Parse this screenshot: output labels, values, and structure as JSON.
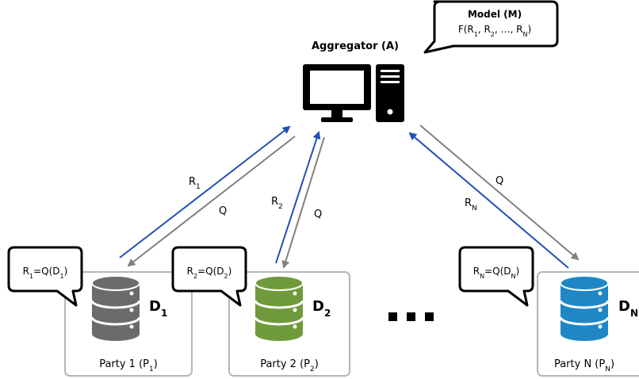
{
  "aggregator": {
    "label": "Aggregator (A)",
    "model_title": "Model (M)",
    "model_func_prefix": "F(R",
    "model_func_s1": "1",
    "model_func_mid1": ", R",
    "model_func_s2": "2",
    "model_func_mid2": ", …, R",
    "model_func_sN": "N",
    "model_func_suffix": ")"
  },
  "arrows": {
    "r_base": "R",
    "r1_sub": "1",
    "r2_sub": "2",
    "rN_sub": "N",
    "q": "Q"
  },
  "parties": [
    {
      "name": "Party 1 (P",
      "sub": "1",
      "close": ")",
      "data_base": "D",
      "data_sub": "1",
      "bubble_r_sub": "1",
      "bubble_d_sub": "1",
      "db_color": "#6b6b6b"
    },
    {
      "name": "Party 2 (P",
      "sub": "2",
      "close": ")",
      "data_base": "D",
      "data_sub": "2",
      "bubble_r_sub": "2",
      "bubble_d_sub": "2",
      "db_color": "#6f9a3c"
    },
    {
      "name": "Party N (P",
      "sub": "N",
      "close": ")",
      "data_base": "D",
      "data_sub": "N",
      "bubble_r_sub": "N",
      "bubble_d_sub": "N",
      "db_color": "#1f87c4"
    }
  ],
  "bubble": {
    "r_base": "R",
    "eq": "=Q(D",
    "close": ")"
  },
  "ellipsis": "■ ■ ■",
  "colors": {
    "request_arrow": "#808080",
    "response_arrow": "#1f4fb5",
    "box_border": "#b5b5b5"
  },
  "icons": {
    "aggregator": "computer-icon",
    "database": "database-icon"
  }
}
